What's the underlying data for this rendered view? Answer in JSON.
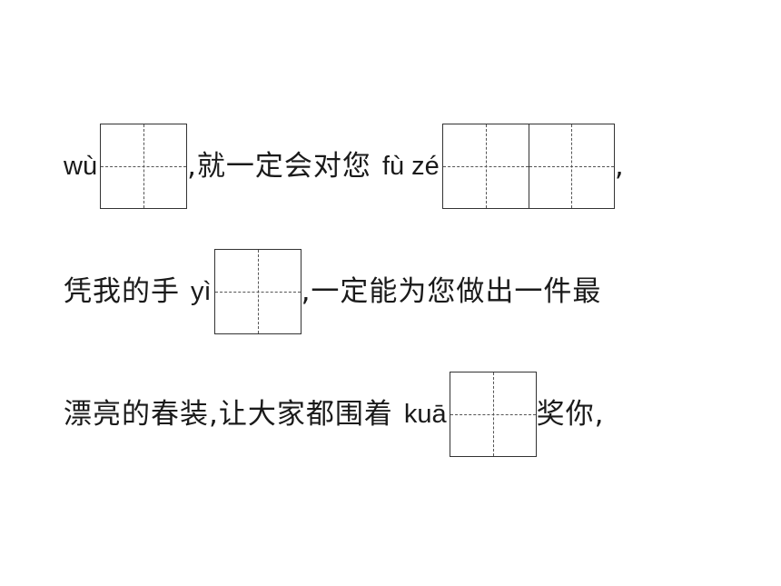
{
  "line1": {
    "pinyin_1": "wù",
    "text_1": ",就一定会对您",
    "pinyin_2": "fù zé",
    "text_2": ","
  },
  "line2": {
    "text_1": "凭我的手",
    "pinyin_1": "yì",
    "text_2": ",一定能为您做出一件最"
  },
  "line3": {
    "text_1": "漂亮的春装,让大家都围着",
    "pinyin_1": "kuā",
    "text_2": "奖你,"
  }
}
